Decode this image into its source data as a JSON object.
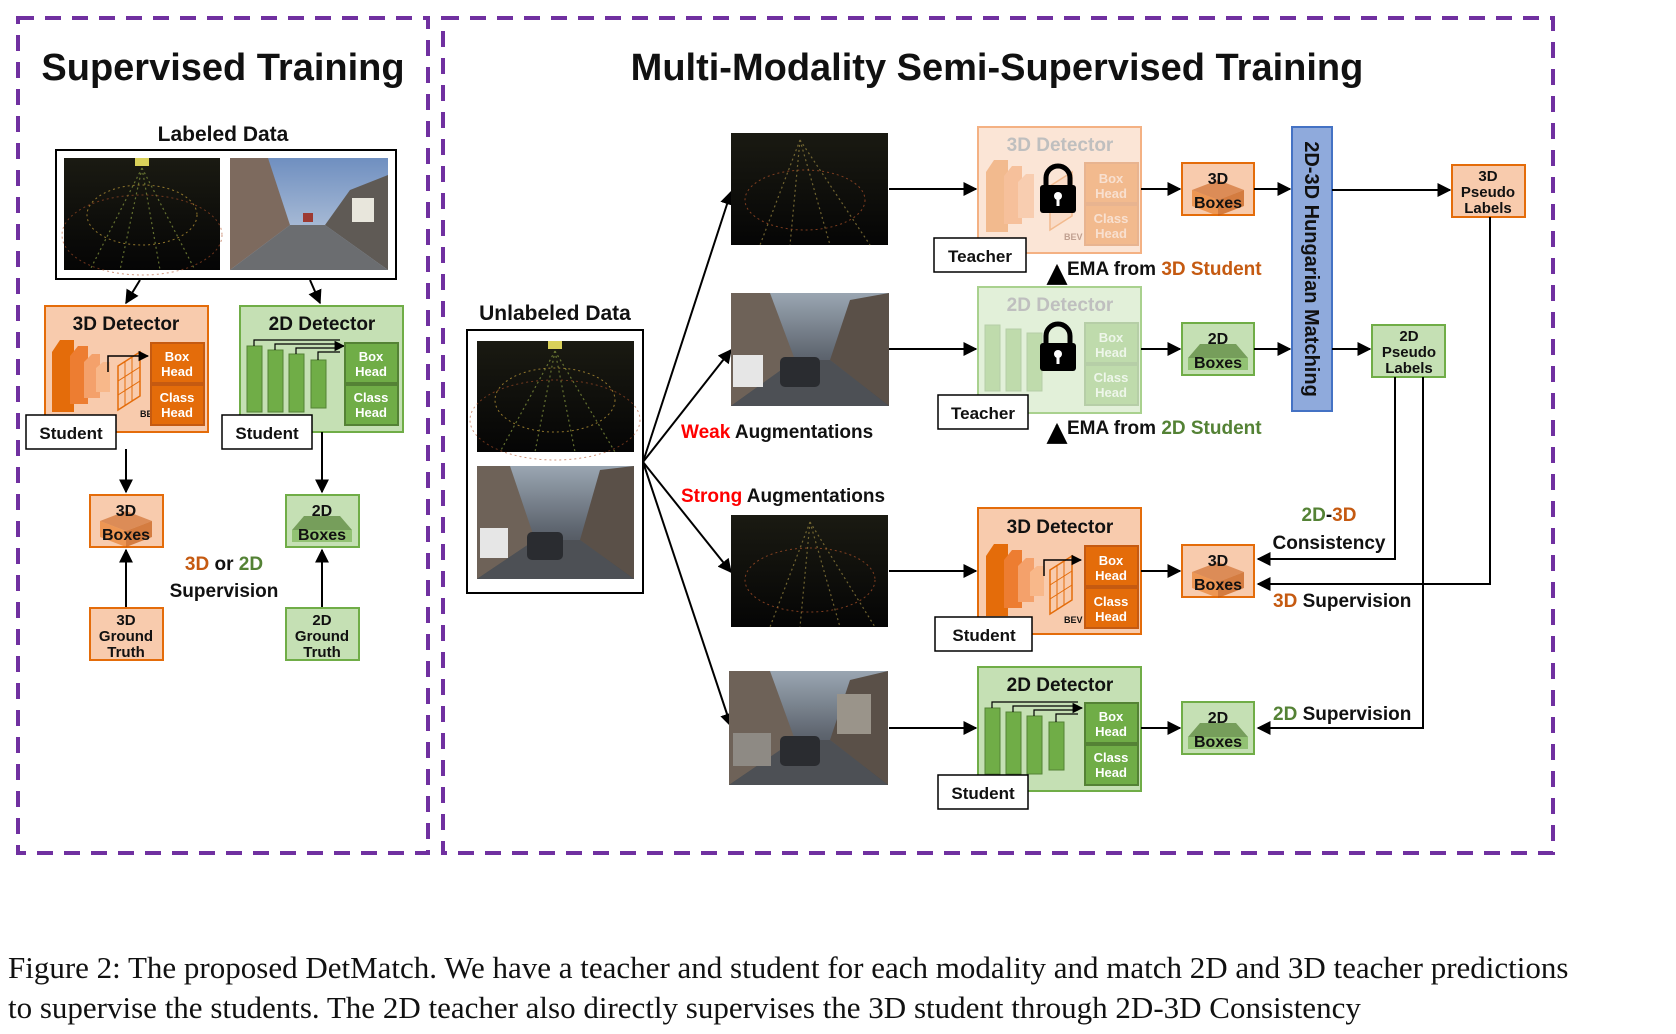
{
  "panels": {
    "left_title": "Supervised Training",
    "right_title": "Multi-Modality Semi-Supervised Training"
  },
  "left": {
    "labeled_data": "Labeled Data",
    "det3d_title": "3D Detector",
    "det2d_title": "2D Detector",
    "box_head": "Box Head",
    "class_head": "Class Head",
    "bev": "BEV",
    "student": "Student",
    "boxes3d": "3D Boxes",
    "boxes2d": "2D Boxes",
    "gt3d": "3D Ground Truth",
    "gt2d": "2D Ground Truth",
    "supervision_3d": "3D",
    "supervision_or": "or",
    "supervision_2d": "2D",
    "supervision_word": "Supervision"
  },
  "right": {
    "unlabeled_data": "Unlabeled Data",
    "weak_word": "Weak",
    "weak_rest": "Augmentations",
    "strong_word": "Strong",
    "strong_rest": "Augmentations",
    "teacher": "Teacher",
    "student": "Student",
    "det3d_title": "3D Detector",
    "det2d_title": "2D Detector",
    "box_head": "Box Head",
    "class_head": "Class Head",
    "bev": "BEV",
    "ema3d_prefix": "EMA from",
    "ema3d_colored": "3D Student",
    "ema2d_prefix": "EMA from",
    "ema2d_colored": "2D Student",
    "boxes3d": "3D Boxes",
    "boxes2d": "2D Boxes",
    "matching": "2D-3D Hungarian Matching",
    "pseudo3d": "3D Pseudo Labels",
    "pseudo2d": "2D Pseudo Labels",
    "consistency_2d": "2D",
    "consistency_dash": "-",
    "consistency_3d": "3D",
    "consistency_word": "Consistency",
    "sup3d_colored": "3D",
    "sup3d_word": "Supervision",
    "sup2d_colored": "2D",
    "sup2d_word": "Supervision"
  },
  "caption": {
    "line1": "Figure 2: The proposed DetMatch. We have a teacher and student for each modality and match 2D and 3D teacher predictions",
    "line2": "to supervise the students. The 2D teacher also directly supervises the 3D student through 2D-3D Consistency"
  },
  "colors": {
    "border_purple": "#7030a0",
    "orange_fill": "#f8cbad",
    "orange_dark": "#e46c0a",
    "orange_text": "#c55a11",
    "green_fill": "#c5e0b4",
    "green_dark": "#70ad47",
    "green_text": "#548235",
    "blue_fill": "#8faadc",
    "red_text": "#ff0000"
  }
}
